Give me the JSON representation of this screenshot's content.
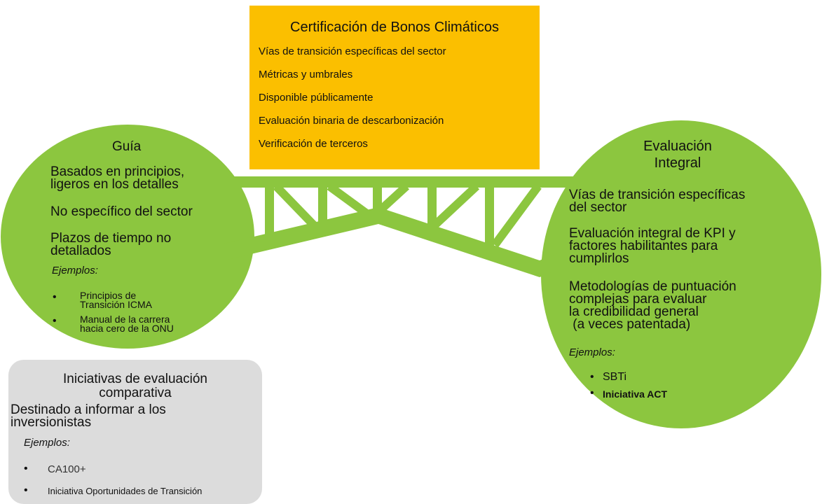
{
  "colors": {
    "green": "#8cc63f",
    "orange": "#fbbf00",
    "grey": "#dcdcdc"
  },
  "certification": {
    "title": "Certificación de Bonos Climáticos",
    "items": [
      "Vías de transición específicas del sector",
      "Métricas y umbrales",
      "Disponible públicamente",
      "Evaluación binaria de descarbonización",
      "Verificación de terceros"
    ]
  },
  "guide": {
    "title": "Guía",
    "points": [
      "Basados en principios,\nligeros en los detalles",
      "No específico del sector",
      "Plazos de tiempo no\ndetallados"
    ],
    "examples_label": "Ejemplos:",
    "examples": [
      "Principios de\nTransición ICMA",
      "Manual de la carrera\nhacia cero de la ONU"
    ]
  },
  "integral": {
    "title": "Evaluación\nIntegral",
    "points": [
      "Vías de transición específicas\ndel sector",
      "Evaluación integral de KPI y\nfactores habilitantes para\ncumplirlos",
      "Metodologías de puntuación\ncomplejas para evaluar\nla credibilidad general\n (a veces patentada)"
    ],
    "examples_label": "Ejemplos:",
    "examples": [
      "SBTi",
      "Iniciativa ACT"
    ]
  },
  "comparative": {
    "title": "Iniciativas de evaluación\ncomparativa",
    "subtitle": "Destinado a informar a los\ninversionistas",
    "examples_label": "Ejemplos:",
    "examples": [
      "CA100+",
      "Iniciativa Oportunidades de Transición"
    ]
  }
}
